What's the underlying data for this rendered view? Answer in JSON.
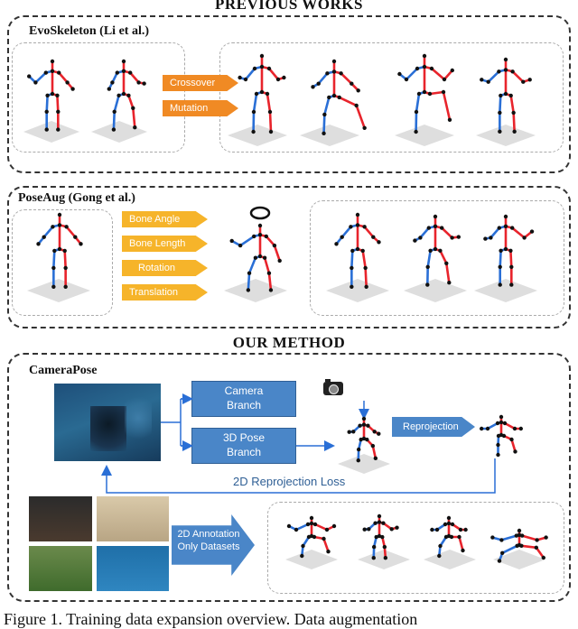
{
  "previous_works": {
    "title": "PREVIOUS WORKS",
    "evoskeleton": {
      "label": "EvoSkeleton (Li et al.)",
      "ops": [
        "Crossover",
        "Mutation"
      ]
    },
    "poseaug": {
      "label": "PoseAug (Gong et al.)",
      "ops": [
        "Bone Angle",
        "Bone Length",
        "Rotation",
        "Translation"
      ]
    }
  },
  "our_method": {
    "title": "OUR METHOD",
    "label": "CameraPose",
    "camera_branch": "Camera\nBranch",
    "pose_branch": "3D Pose\nBranch",
    "reprojection": "Reprojection",
    "reprojection_loss": "2D Reprojection Loss",
    "datasets": "2D Annotation\nOnly Datasets"
  },
  "caption": "Figure 1. Training data expansion overview.  Data augmentation",
  "colors": {
    "orange": "#f08a24",
    "gold": "#f6b42a",
    "blue": "#4a86c8",
    "limb_red": "#e8242c",
    "limb_blue": "#2a6fd6"
  }
}
